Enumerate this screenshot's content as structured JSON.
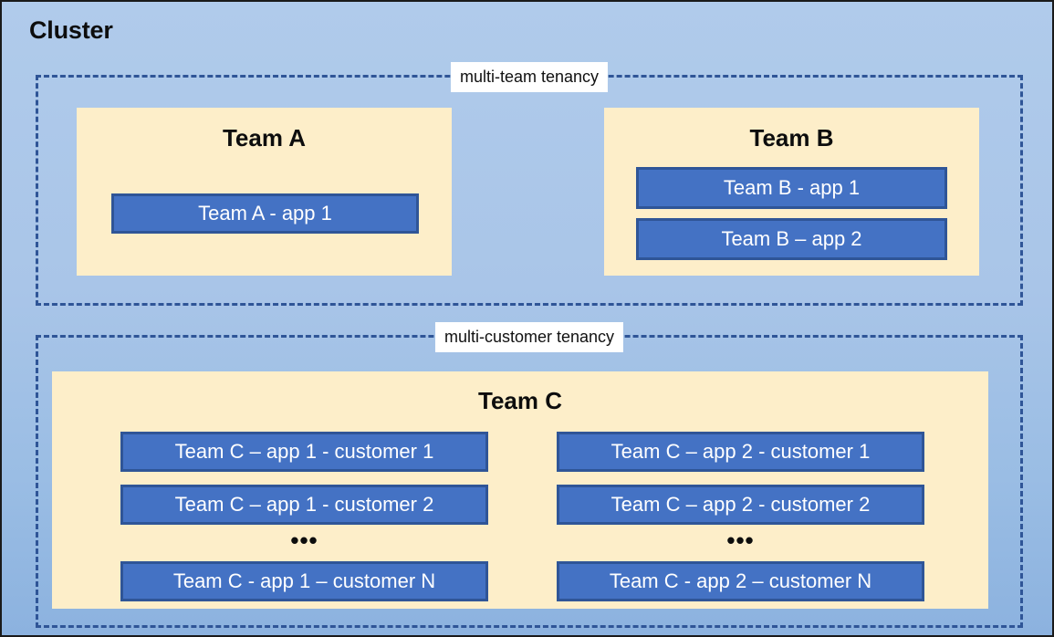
{
  "diagram": {
    "title": "Cluster",
    "background_top_color": "#b0cbeb",
    "background_bottom_color": "#8cb2df",
    "accent_blue": "#4472c4",
    "accent_blue_border": "#2f5597",
    "team_box_color": "#fdeec9",
    "dashed_border_color": "#2f5597"
  },
  "groups": [
    {
      "id": "multi-team",
      "label": "multi-team tenancy",
      "teams": [
        {
          "id": "team-a",
          "title": "Team A",
          "apps": [
            {
              "label": "Team A - app 1"
            }
          ]
        },
        {
          "id": "team-b",
          "title": "Team B",
          "apps": [
            {
              "label": "Team B - app 1"
            },
            {
              "label": "Team B – app 2"
            }
          ]
        }
      ]
    },
    {
      "id": "multi-customer",
      "label": "multi-customer tenancy",
      "teams": [
        {
          "id": "team-c",
          "title": "Team C",
          "columns": [
            {
              "id": "app-1-column",
              "items": [
                {
                  "label": "Team C – app 1 - customer 1"
                },
                {
                  "label": "Team C – app 1 - customer 2"
                },
                {
                  "label": "Team C - app 1 – customer N"
                }
              ],
              "ellipsis": "•••"
            },
            {
              "id": "app-2-column",
              "items": [
                {
                  "label": "Team C – app 2 - customer 1"
                },
                {
                  "label": "Team C – app 2 - customer 2"
                },
                {
                  "label": "Team C - app 2 – customer N"
                }
              ],
              "ellipsis": "•••"
            }
          ]
        }
      ]
    }
  ]
}
